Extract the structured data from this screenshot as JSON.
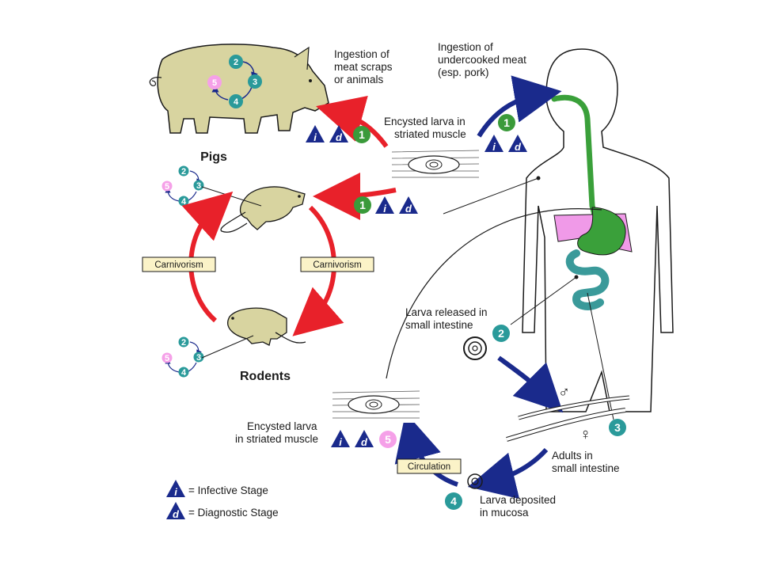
{
  "labels": {
    "ingestion_scraps": [
      "Ingestion of",
      "meat scraps",
      "or animals"
    ],
    "ingestion_pork": [
      "Ingestion of",
      "undercooked meat",
      "(esp. pork)"
    ],
    "encysted_top": [
      "Encysted larva in",
      "striated muscle"
    ],
    "encysted_bottom": [
      "Encysted larva",
      "in striated muscle"
    ],
    "larva_released": [
      "Larva released in",
      "small intestine"
    ],
    "adults": [
      "Adults in",
      "small intestine"
    ],
    "larva_deposited": [
      "Larva deposited",
      "in mucosa"
    ],
    "pigs": "Pigs",
    "rodents": "Rodents",
    "carnivorism_left": "Carnivorism",
    "carnivorism_right": "Carnivorism",
    "circulation": "Circulation",
    "male_symbol": "♂",
    "female_symbol": "♀"
  },
  "legend": {
    "infective_letter": "i",
    "infective_text": "= Infective Stage",
    "diagnostic_letter": "d",
    "diagnostic_text": "= Diagnostic Stage"
  },
  "stage_numbers": {
    "one": "1",
    "two": "2",
    "three": "3",
    "four": "4",
    "five": "5"
  },
  "colors": {
    "red_arrow": "#e8212a",
    "navy_arrow": "#1a2a8c",
    "teal_badge": "#2a9a9a",
    "green_badge": "#3a9a3a",
    "pink_badge": "#f5a0e8",
    "animal_fill": "#d8d4a0",
    "stomach_green": "#3aa03a",
    "liver_pink": "#f09ae8",
    "intestine_teal": "#3a9a9a",
    "label_box": "#fbf3c8"
  }
}
